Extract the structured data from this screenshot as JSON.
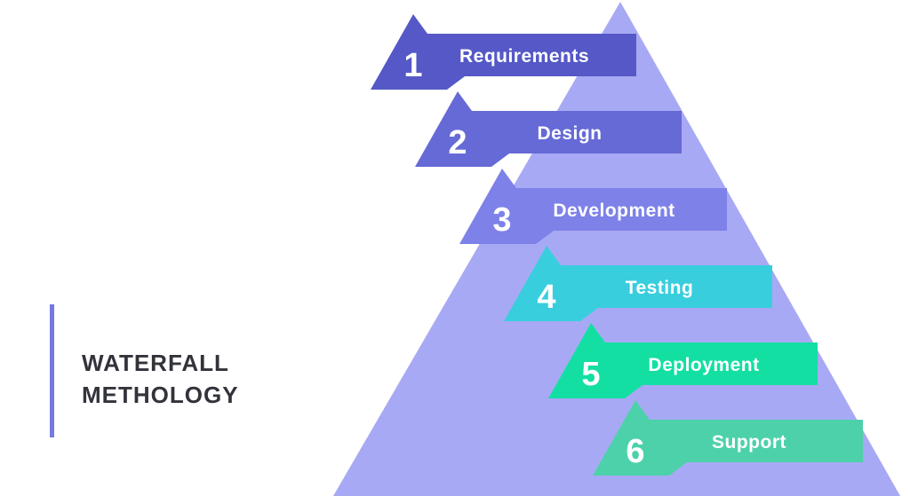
{
  "title": {
    "line1": "WATERFALL",
    "line2": "METHOLOGY",
    "text_color": "#32333b",
    "accent_color": "#7579e3"
  },
  "pyramid": {
    "color": "#a8a9f4"
  },
  "step_text_color": "#ffffff",
  "steps": [
    {
      "number": "1",
      "label": "Requirements",
      "color": "#5558c6"
    },
    {
      "number": "2",
      "label": "Design",
      "color": "#666ad6"
    },
    {
      "number": "3",
      "label": "Development",
      "color": "#7d81e8"
    },
    {
      "number": "4",
      "label": "Testing",
      "color": "#38cede"
    },
    {
      "number": "5",
      "label": "Deployment",
      "color": "#13dfa3"
    },
    {
      "number": "6",
      "label": "Support",
      "color": "#4dd1ab"
    }
  ]
}
